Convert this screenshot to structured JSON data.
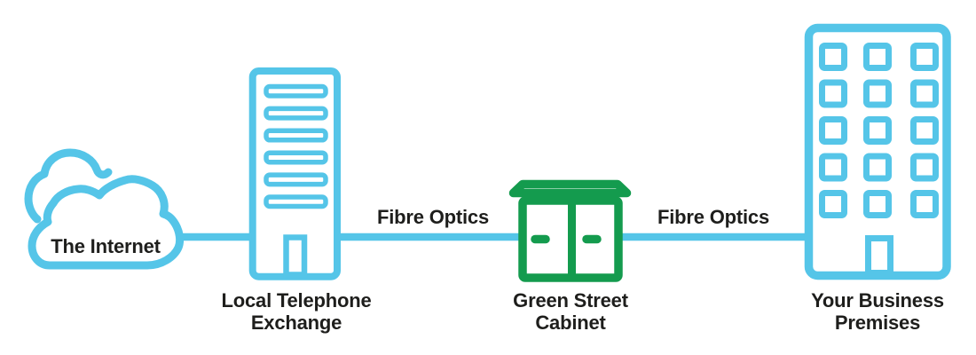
{
  "colors": {
    "fibre_blue": "#55C5E8",
    "cabinet_green": "#149B4E",
    "text": "#1E1E1C",
    "background": "#FFFFFF"
  },
  "nodes": {
    "internet": {
      "type": "cloud",
      "label": "The Internet"
    },
    "exchange": {
      "type": "building",
      "label_line1": "Local Telephone",
      "label_line2": "Exchange"
    },
    "cabinet": {
      "type": "street-cabinet",
      "label_line1": "Green Street",
      "label_line2": "Cabinet"
    },
    "premises": {
      "type": "building",
      "label_line1": "Your Business",
      "label_line2": "Premises"
    }
  },
  "links": {
    "exchange_to_cabinet": {
      "label": "Fibre Optics"
    },
    "cabinet_to_premises": {
      "label": "Fibre Optics"
    }
  }
}
